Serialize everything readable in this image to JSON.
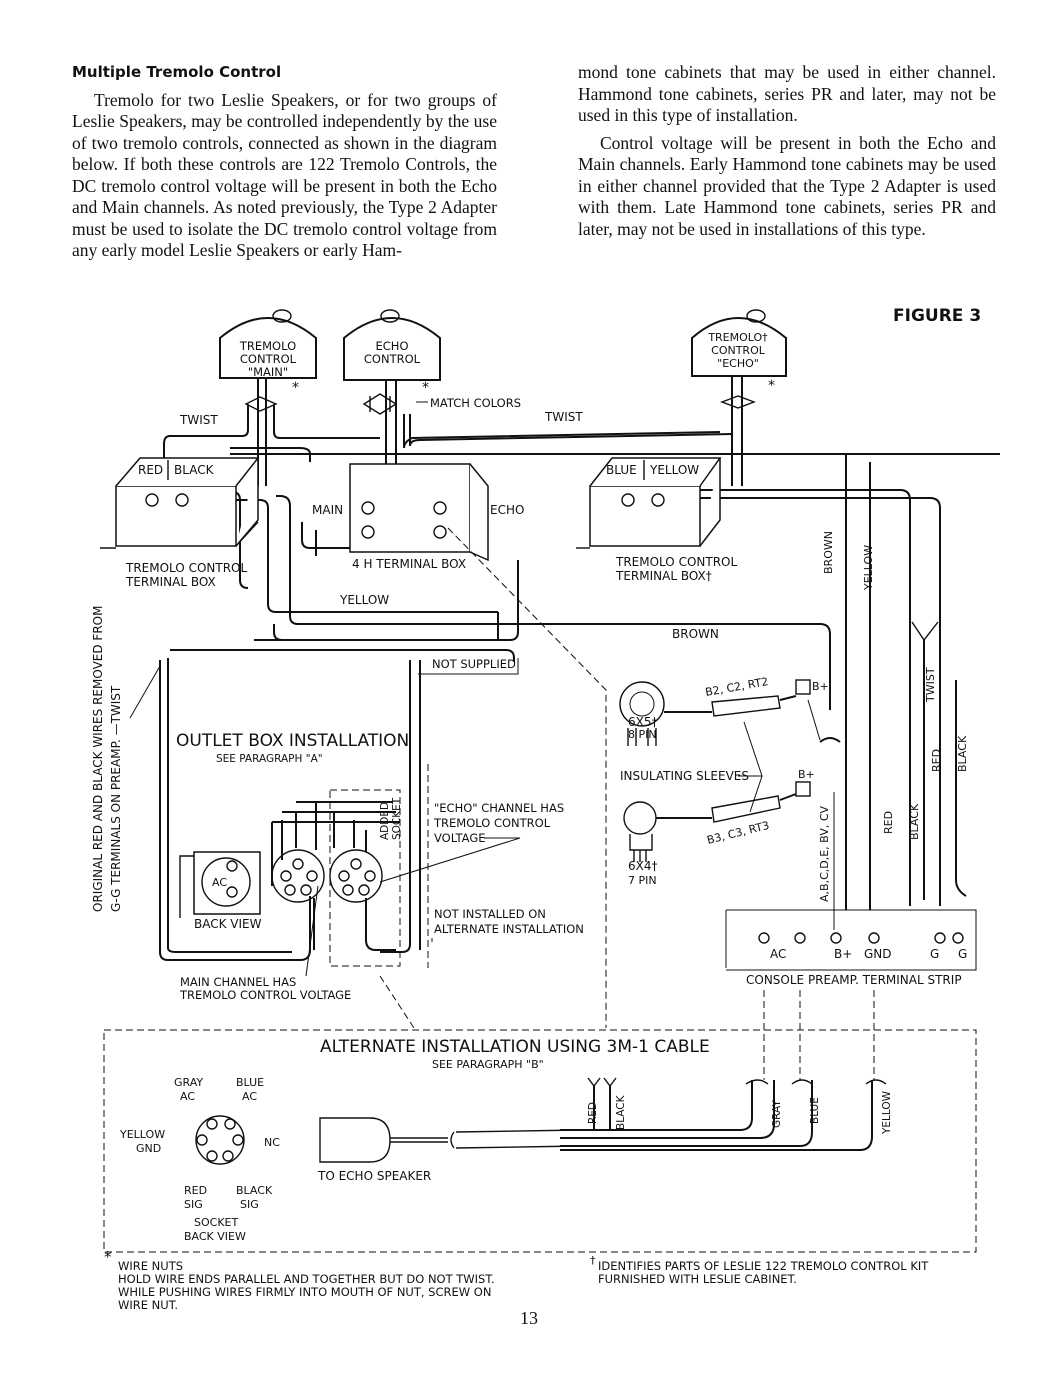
{
  "article": {
    "heading": "Multiple Tremolo Control",
    "left_paragraph": "Tremolo for two Leslie Speakers, or for two groups of Leslie Speakers, may be controlled independently by the use of two tremolo controls, connected as shown in the diagram below. If both these controls are 122 Tremolo Controls, the DC tremolo control voltage will be present in both the Echo and Main channels. As noted previously, the Type 2 Adapter must be used to isolate the DC tremolo control voltage from any early model Leslie Speakers or early Ham-",
    "right_paragraph_1": "mond tone cabinets that may be used in either channel. Hammond tone cabinets, series PR and later, may not be used in this type of installation.",
    "right_paragraph_2": "Control voltage will be present in both the Echo and Main channels. Early Hammond tone cabinets may be used in either channel provided that the Type 2 Adapter is used with them. Late Hammond tone cabinets, series PR and later, may not be used in installations of this type."
  },
  "figure_title": "FIGURE 3",
  "page_number": "13",
  "diagram": {
    "tremolo_main": [
      "TREMOLO",
      "CONTROL",
      "\"MAIN\""
    ],
    "echo_control": [
      "ECHO",
      "CONTROL"
    ],
    "tremolo_echo": [
      "TREMOLO†",
      "CONTROL",
      "\"ECHO\""
    ],
    "asterisk": "*",
    "match_colors": "MATCH COLORS",
    "twist": "TWIST",
    "red": "RED",
    "black": "BLACK",
    "blue": "BLUE",
    "yellow": "YELLOW",
    "brown": "BROWN",
    "main": "MAIN",
    "echo": "ECHO",
    "terminal_box_left": [
      "TREMOLO CONTROL",
      "TERMINAL BOX"
    ],
    "terminal_4h": "4 H TERMINAL BOX",
    "terminal_box_right": [
      "TREMOLO CONTROL",
      "TERMINAL BOX†"
    ],
    "vertical_note": [
      "ORIGINAL RED AND BLACK WIRES REMOVED FROM",
      "G-G TERMINALS ON PREAMP. —TWIST"
    ],
    "not_supplied": "NOT SUPPLIED",
    "outlet_box": "OUTLET BOX INSTALLATION",
    "see_a": "SEE PARAGRAPH \"A\"",
    "added_socket": [
      "ADDED",
      "SOCKET"
    ],
    "echo_channel_note": [
      "\"ECHO\" CHANNEL HAS",
      "TREMOLO CONTROL",
      "VOLTAGE"
    ],
    "ac": "AC",
    "back_view": "BACK VIEW",
    "not_installed": [
      "NOT INSTALLED ON",
      "ALTERNATE INSTALLATION"
    ],
    "main_channel_note": [
      "MAIN CHANNEL HAS",
      "TREMOLO CONTROL VOLTAGE"
    ],
    "tube_6x5": [
      "6X5†",
      "8 PIN"
    ],
    "tube_6x4": [
      "6X4†",
      "7 PIN"
    ],
    "pins_top": "B2, C2, RT2",
    "pins_bottom": "B3, C3, RT3",
    "bplus": "B+",
    "insulating_sleeves": "INSULATING SLEEVES",
    "abcde": "A,B,C,D,E, BV, CV",
    "terminal_labels": [
      "AC",
      "B+",
      "GND",
      "G",
      "G"
    ],
    "console_preamp": "CONSOLE PREAMP. TERMINAL STRIP",
    "alternate_title": "ALTERNATE INSTALLATION USING 3M-1 CABLE",
    "see_b": "SEE PARAGRAPH \"B\"",
    "socket_labels": {
      "gray": "GRAY",
      "ac1": "AC",
      "blue": "BLUE",
      "ac2": "AC",
      "yellow": "YELLOW",
      "gnd": "GND",
      "nc": "NC",
      "red": "RED",
      "sig1": "SIG",
      "black": "BLACK",
      "sig2": "SIG",
      "socket": "SOCKET",
      "back_view": "BACK VIEW"
    },
    "to_echo_speaker": "TO ECHO SPEAKER",
    "cable_labels": [
      "RED",
      "BLACK",
      "GRAY",
      "BLUE",
      "YELLOW"
    ],
    "wire_nuts_title": "WIRE NUTS",
    "wire_nuts_note": [
      "HOLD WIRE ENDS PARALLEL AND TOGETHER BUT DO NOT TWIST.",
      "WHILE PUSHING WIRES FIRMLY INTO MOUTH OF NUT, SCREW ON",
      "WIRE NUT."
    ],
    "dagger_note": [
      "IDENTIFIES PARTS OF LESLIE 122 TREMOLO CONTROL KIT",
      "FURNISHED WITH LESLIE CABINET."
    ],
    "dagger": "†"
  }
}
